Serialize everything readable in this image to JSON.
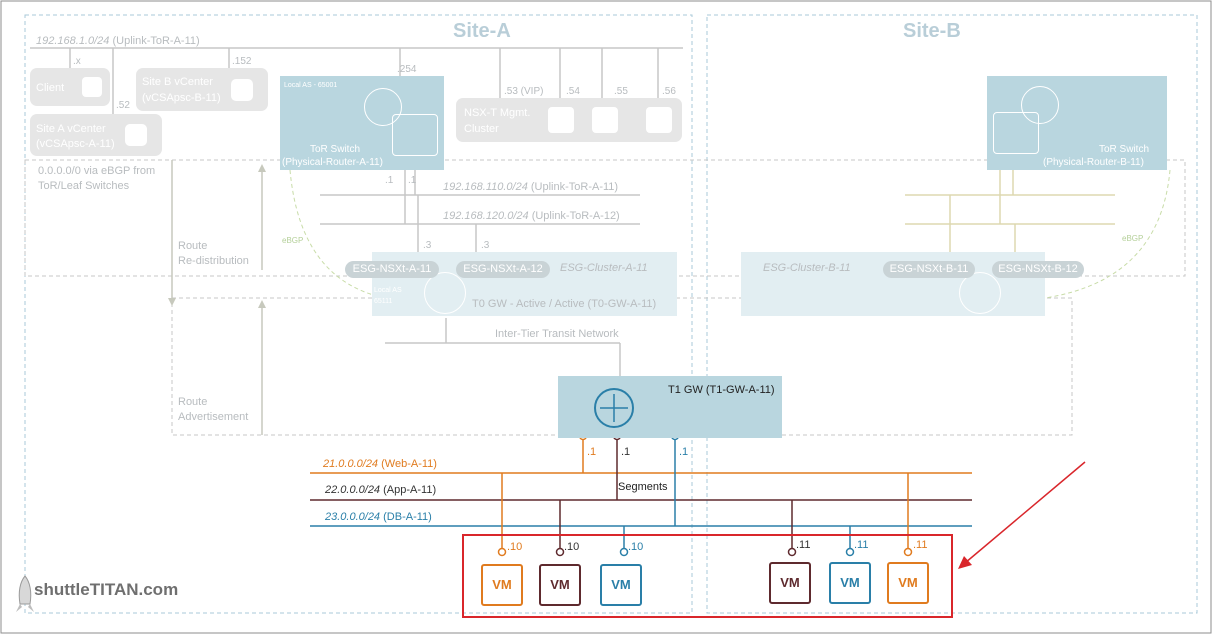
{
  "sites": {
    "a": "Site-A",
    "b": "Site-B"
  },
  "uplink_top": {
    "ip": "192.168.1.0/24",
    "name": "(Uplink-ToR-A-11)"
  },
  "mgmt": {
    "client": "Client",
    "client_host": ".x",
    "siteb_vc": "Site B vCenter",
    "siteb_vc_name": "(vCSApsc-B-11)",
    "siteb_vc_host": ".152",
    "sitea_vc": "Site A vCenter",
    "sitea_vc_name": "(vCSApsc-A-11)",
    "sitea_vc_host": ".52",
    "nsx_label1": "NSX-T Mgmt.",
    "nsx_label2": "Cluster",
    "nsx_hosts": [
      ".53 (VIP)",
      ".54",
      ".55",
      ".56"
    ]
  },
  "tor_a": {
    "as": "Local AS - 65001",
    "label": "ToR Switch",
    "name": "(Physical-Router-A-11)",
    "host": ".254"
  },
  "tor_b": {
    "label": "ToR Switch",
    "name": "(Physical-Router-B-11)"
  },
  "default_route": {
    "line1": "0.0.0.0/0 via eBGP from",
    "line2": "ToR/Leaf Switches"
  },
  "uplinks": [
    {
      "ip": "192.168.110.0/24",
      "name": "(Uplink-ToR-A-11)"
    },
    {
      "ip": "192.168.120.0/24",
      "name": "(Uplink-ToR-A-12)"
    }
  ],
  "hosts_dot1": [
    ".1",
    ".1"
  ],
  "hosts_dot3": [
    ".3",
    ".3"
  ],
  "ebgp": "eBGP",
  "route_redist": {
    "line1": "Route",
    "line2": "Re-distribution"
  },
  "route_adv": {
    "line1": "Route",
    "line2": "Advertisement"
  },
  "esg_a": {
    "nodes": [
      "ESG-NSXt-A-11",
      "ESG-NSXt-A-12"
    ],
    "cluster": "ESG-Cluster-A-11",
    "as_line1": "Local AS",
    "as_line2": "65111"
  },
  "esg_b": {
    "nodes": [
      "ESG-NSXt-B-11",
      "ESG-NSXt-B-12"
    ],
    "cluster": "ESG-Cluster-B-11"
  },
  "t0": "T0 GW - Active / Active (T0-GW-A-11)",
  "transit": "Inter-Tier Transit Network",
  "t1": "T1 GW (T1-GW-A-11)",
  "t1_ports": [
    ".1",
    ".1",
    ".1"
  ],
  "segments_label": "Segments",
  "segments": [
    {
      "ip": "21.0.0.0/24",
      "name": "(Web-A-11)",
      "color": "#e07b1f"
    },
    {
      "ip": "22.0.0.0/24",
      "name": "(App-A-11)",
      "color": "#5e2a2e"
    },
    {
      "ip": "23.0.0.0/24",
      "name": "(DB-A-11)",
      "color": "#2a7fa8"
    }
  ],
  "vms": [
    {
      "label": "VM",
      "host": ".10",
      "color": "#e07b1f"
    },
    {
      "label": "VM",
      "host": ".10",
      "color": "#5e2a2e"
    },
    {
      "label": "VM",
      "host": ".10",
      "color": "#2a7fa8"
    },
    {
      "label": "VM",
      "host": ".11",
      "color": "#5e2a2e"
    },
    {
      "label": "VM",
      "host": ".11",
      "color": "#2a7fa8"
    },
    {
      "label": "VM",
      "host": ".11",
      "color": "#e07b1f"
    }
  ],
  "logo": "shuttleTITAN.com",
  "highlight_color": "#d9262b",
  "router_color": "#2a7fa8"
}
